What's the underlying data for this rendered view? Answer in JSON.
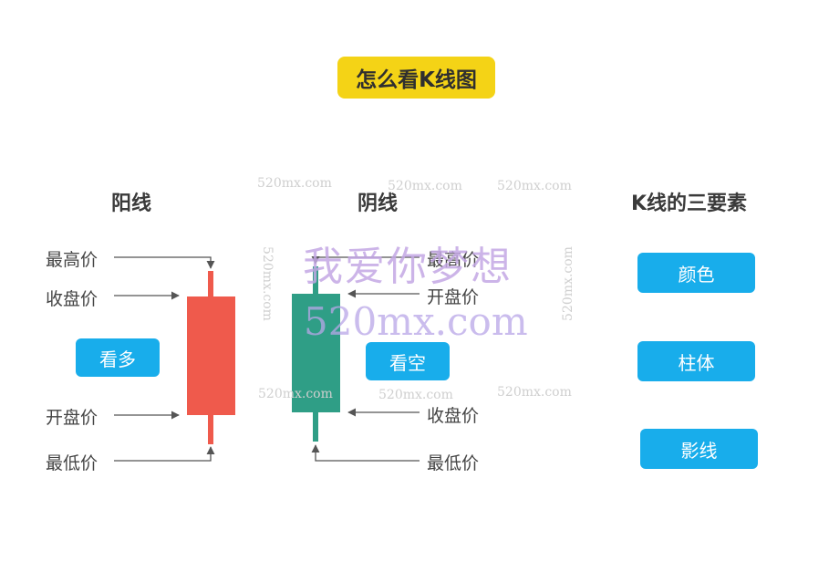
{
  "title": "怎么看K线图",
  "yang": {
    "heading": "阳线",
    "labels": {
      "high": "最高价",
      "close": "收盘价",
      "open": "开盘价",
      "low": "最低价"
    },
    "badge": "看多",
    "color": "#ef5a4c"
  },
  "yin": {
    "heading": "阴线",
    "labels": {
      "high": "最高价",
      "open": "开盘价",
      "close": "收盘价",
      "low": "最低价"
    },
    "badge": "看空",
    "color": "#2f9e86"
  },
  "elements": {
    "heading": "K线的三要素",
    "items": [
      "颜色",
      "柱体",
      "影线"
    ]
  },
  "colors": {
    "title_bg": "#f4d316",
    "pill_bg": "#18adeb"
  },
  "watermark": {
    "small": "520mx.com",
    "big_cn": "我爱你梦想",
    "big_url": "520mx.com"
  }
}
